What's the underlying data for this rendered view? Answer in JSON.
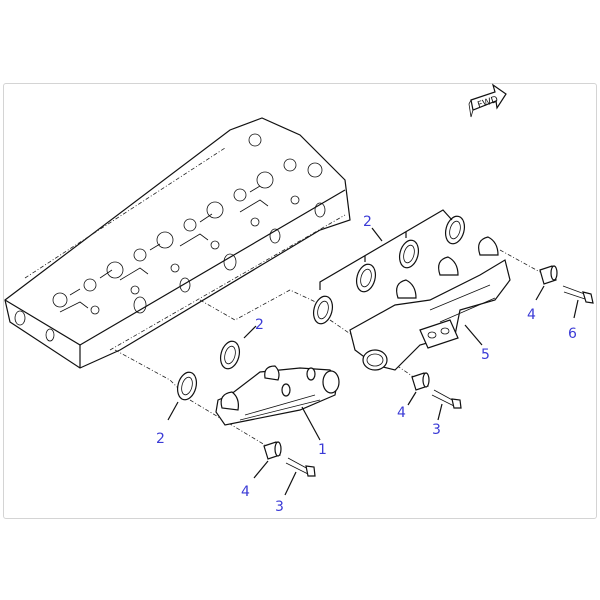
{
  "diagram": {
    "type": "exploded-parts-diagram",
    "subject": "Exhaust manifold assembly on cylinder head",
    "direction_indicator": {
      "label": "FWD",
      "icon": "forward-arrow-icon"
    },
    "accent_color": "#3b3bd6",
    "line_color": "#111111",
    "frame_border_color": "#d4d4d4"
  },
  "callouts": [
    {
      "id": "c2a",
      "label": "2",
      "part": "gasket (upper group)"
    },
    {
      "id": "c2b",
      "label": "2",
      "part": "gasket (front manifold, upper)"
    },
    {
      "id": "c2c",
      "label": "2",
      "part": "gasket (front manifold, lower)"
    },
    {
      "id": "c1",
      "label": "1",
      "part": "front exhaust manifold"
    },
    {
      "id": "c5",
      "label": "5",
      "part": "rear exhaust manifold"
    },
    {
      "id": "c4a",
      "label": "4",
      "part": "spacer (rear right)"
    },
    {
      "id": "c6",
      "label": "6",
      "part": "stud bolt"
    },
    {
      "id": "c4b",
      "label": "4",
      "part": "spacer (rear lower)"
    },
    {
      "id": "c3a",
      "label": "3",
      "part": "bolt (rear lower)"
    },
    {
      "id": "c4c",
      "label": "4",
      "part": "spacer (front)"
    },
    {
      "id": "c3b",
      "label": "3",
      "part": "bolt (front)"
    }
  ]
}
